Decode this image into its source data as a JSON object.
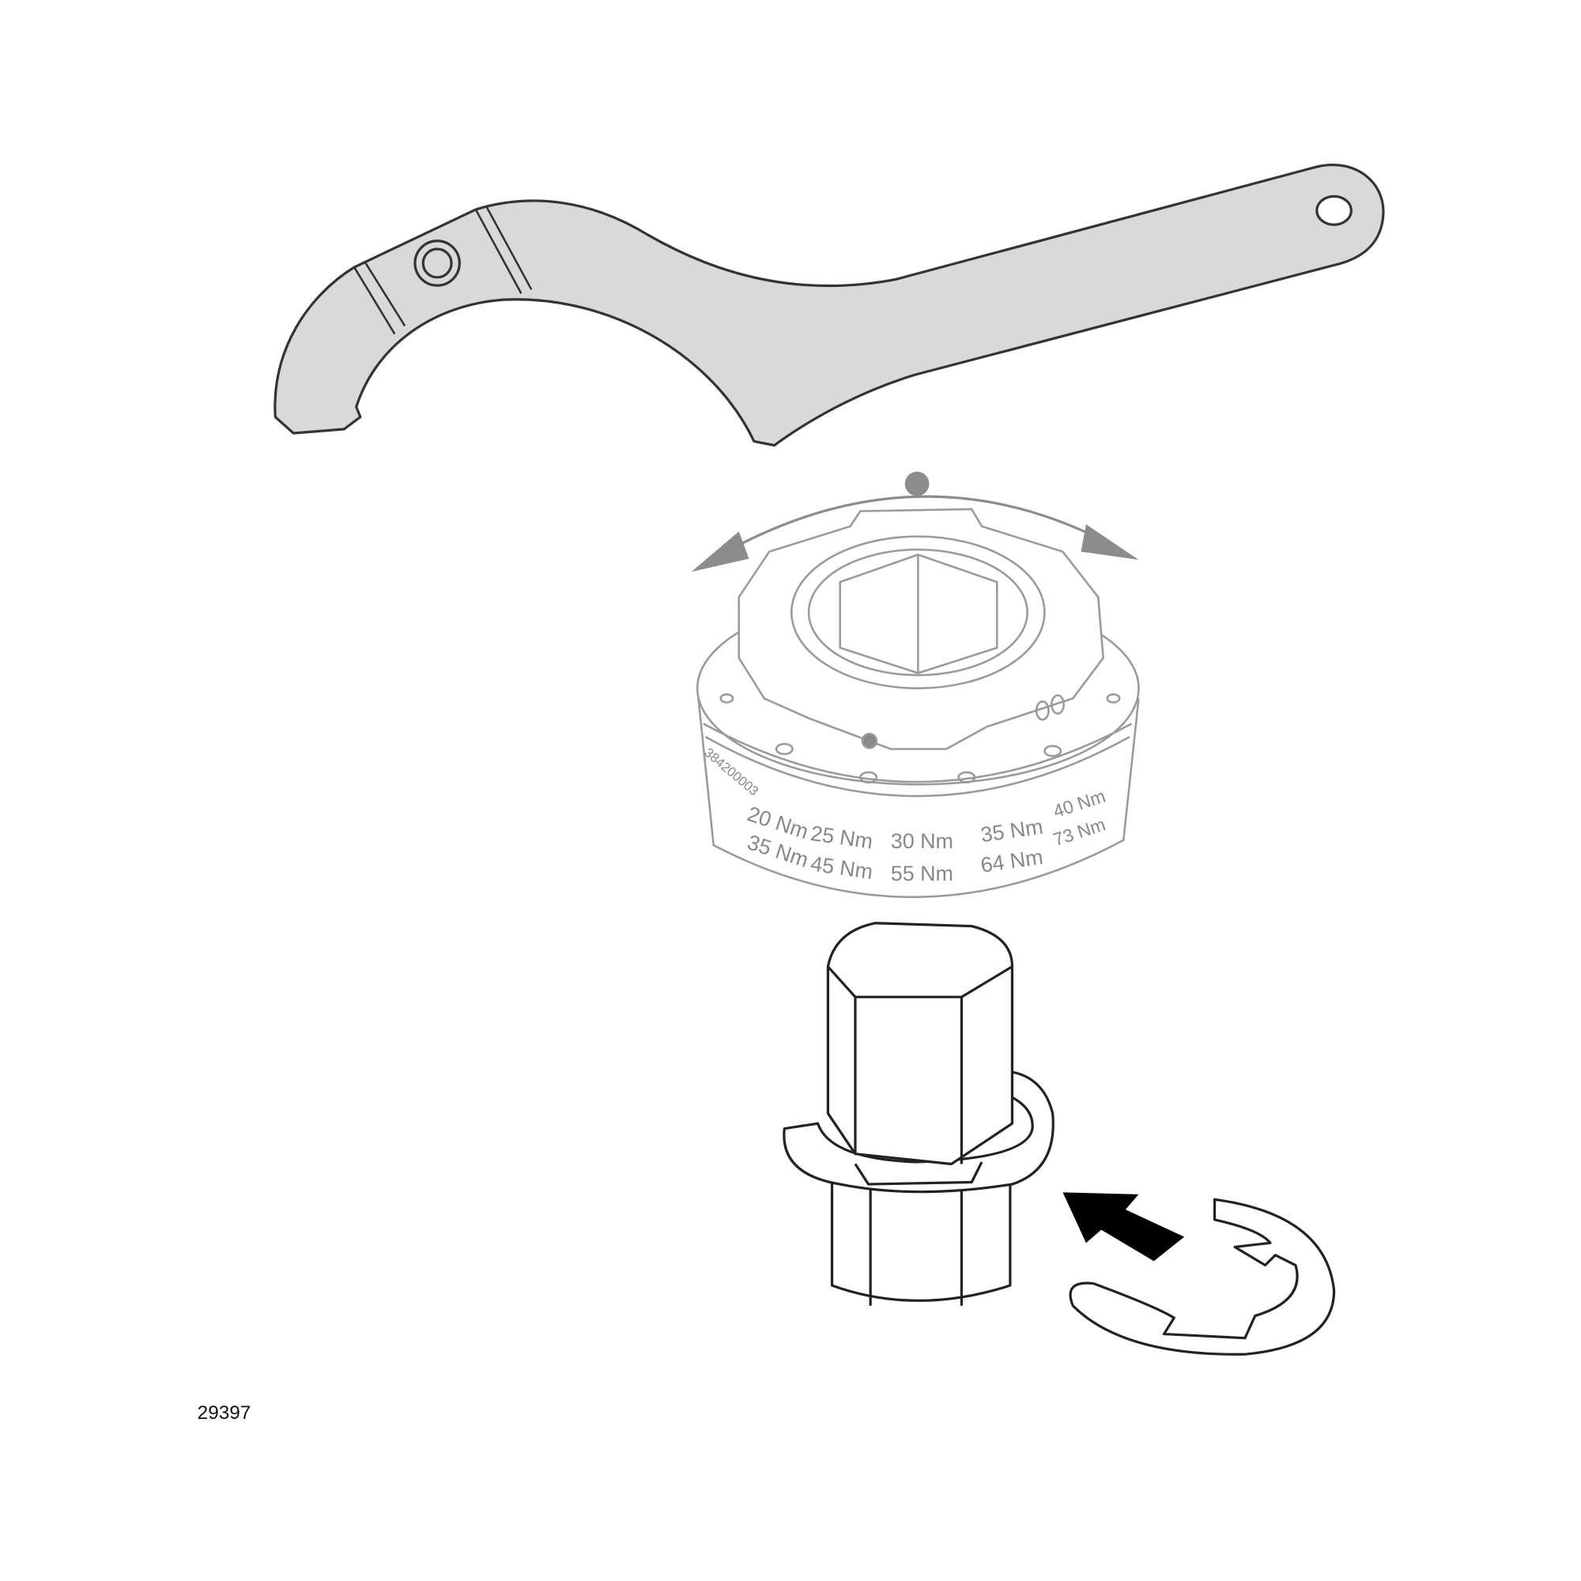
{
  "figure_number": "29397",
  "torque_ring": {
    "code": "384200003",
    "columns": [
      {
        "top": "20 Nm",
        "bottom": "35 Nm"
      },
      {
        "top": "25 Nm",
        "bottom": "45 Nm"
      },
      {
        "top": "30 Nm",
        "bottom": "55 Nm"
      },
      {
        "top": "35 Nm",
        "bottom": "64 Nm"
      },
      {
        "top": "40 Nm",
        "bottom": "73 Nm"
      }
    ]
  },
  "colors": {
    "wrench_fill": "#d9d9d9",
    "outline": "#333333",
    "ring_outline": "#9a9a9a",
    "rotation_arrow": "#8c8c8c",
    "insert_arrow": "#000000"
  }
}
